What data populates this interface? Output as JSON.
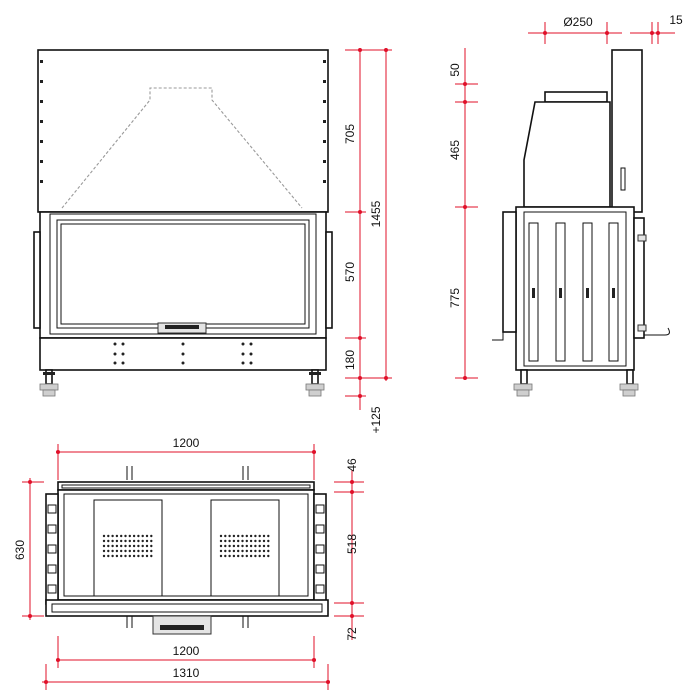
{
  "dimensions": {
    "front": {
      "upper_height": "705",
      "total_height": "1455",
      "glass_height": "570",
      "base_height": "180",
      "legs": "+125"
    },
    "side": {
      "flue_diameter": "Ø250",
      "wall_offset": "15",
      "collar_height": "50",
      "hood_height": "465",
      "body_height": "775"
    },
    "top": {
      "width_top": "1200",
      "depth_total": "630",
      "rear_depth": "46",
      "inner_depth": "518",
      "front_depth": "72",
      "width_bottom": "1200",
      "overall_width": "1310"
    }
  },
  "colors": {
    "dimension_line": "#e0102a",
    "outline": "#111111",
    "hidden_line": "#9a9a9a"
  }
}
